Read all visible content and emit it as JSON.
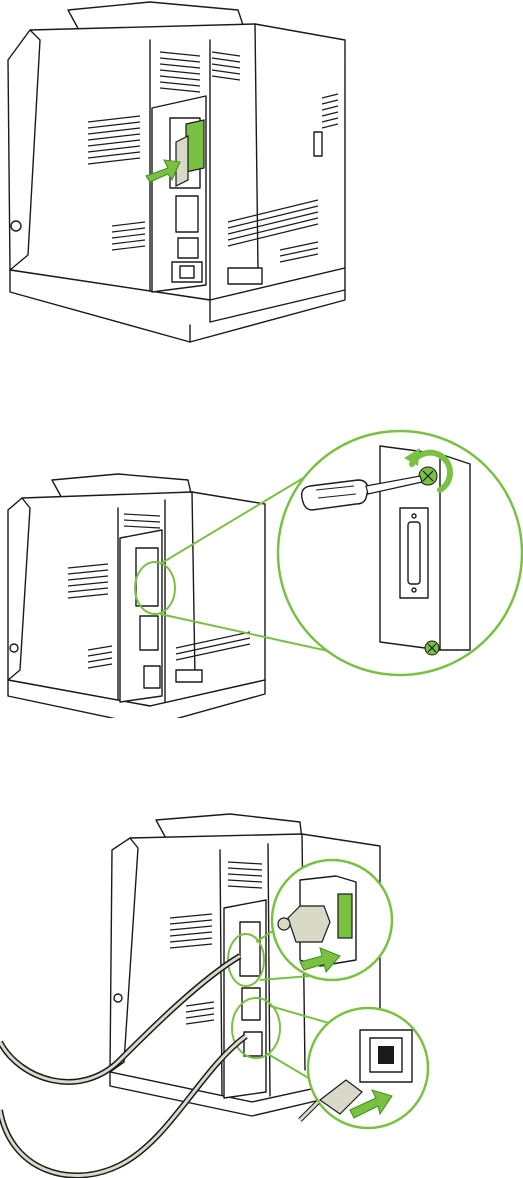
{
  "figure": {
    "steps": [
      {
        "id": "step-1",
        "content": "insert-interface-card"
      },
      {
        "id": "step-2",
        "content": "tighten-card-screws"
      },
      {
        "id": "step-3",
        "content": "connect-interface-and-power-cables"
      }
    ],
    "colors": {
      "line": "#1a1a1a",
      "accent": "#7ac143",
      "accent_dark": "#3e8f1e",
      "background": "#ffffff"
    },
    "icons": [
      "printer-rear-view",
      "arrow",
      "screwdriver",
      "rotation-arrow",
      "parallel-cable-connector",
      "power-cord",
      "magnify-callout"
    ]
  }
}
